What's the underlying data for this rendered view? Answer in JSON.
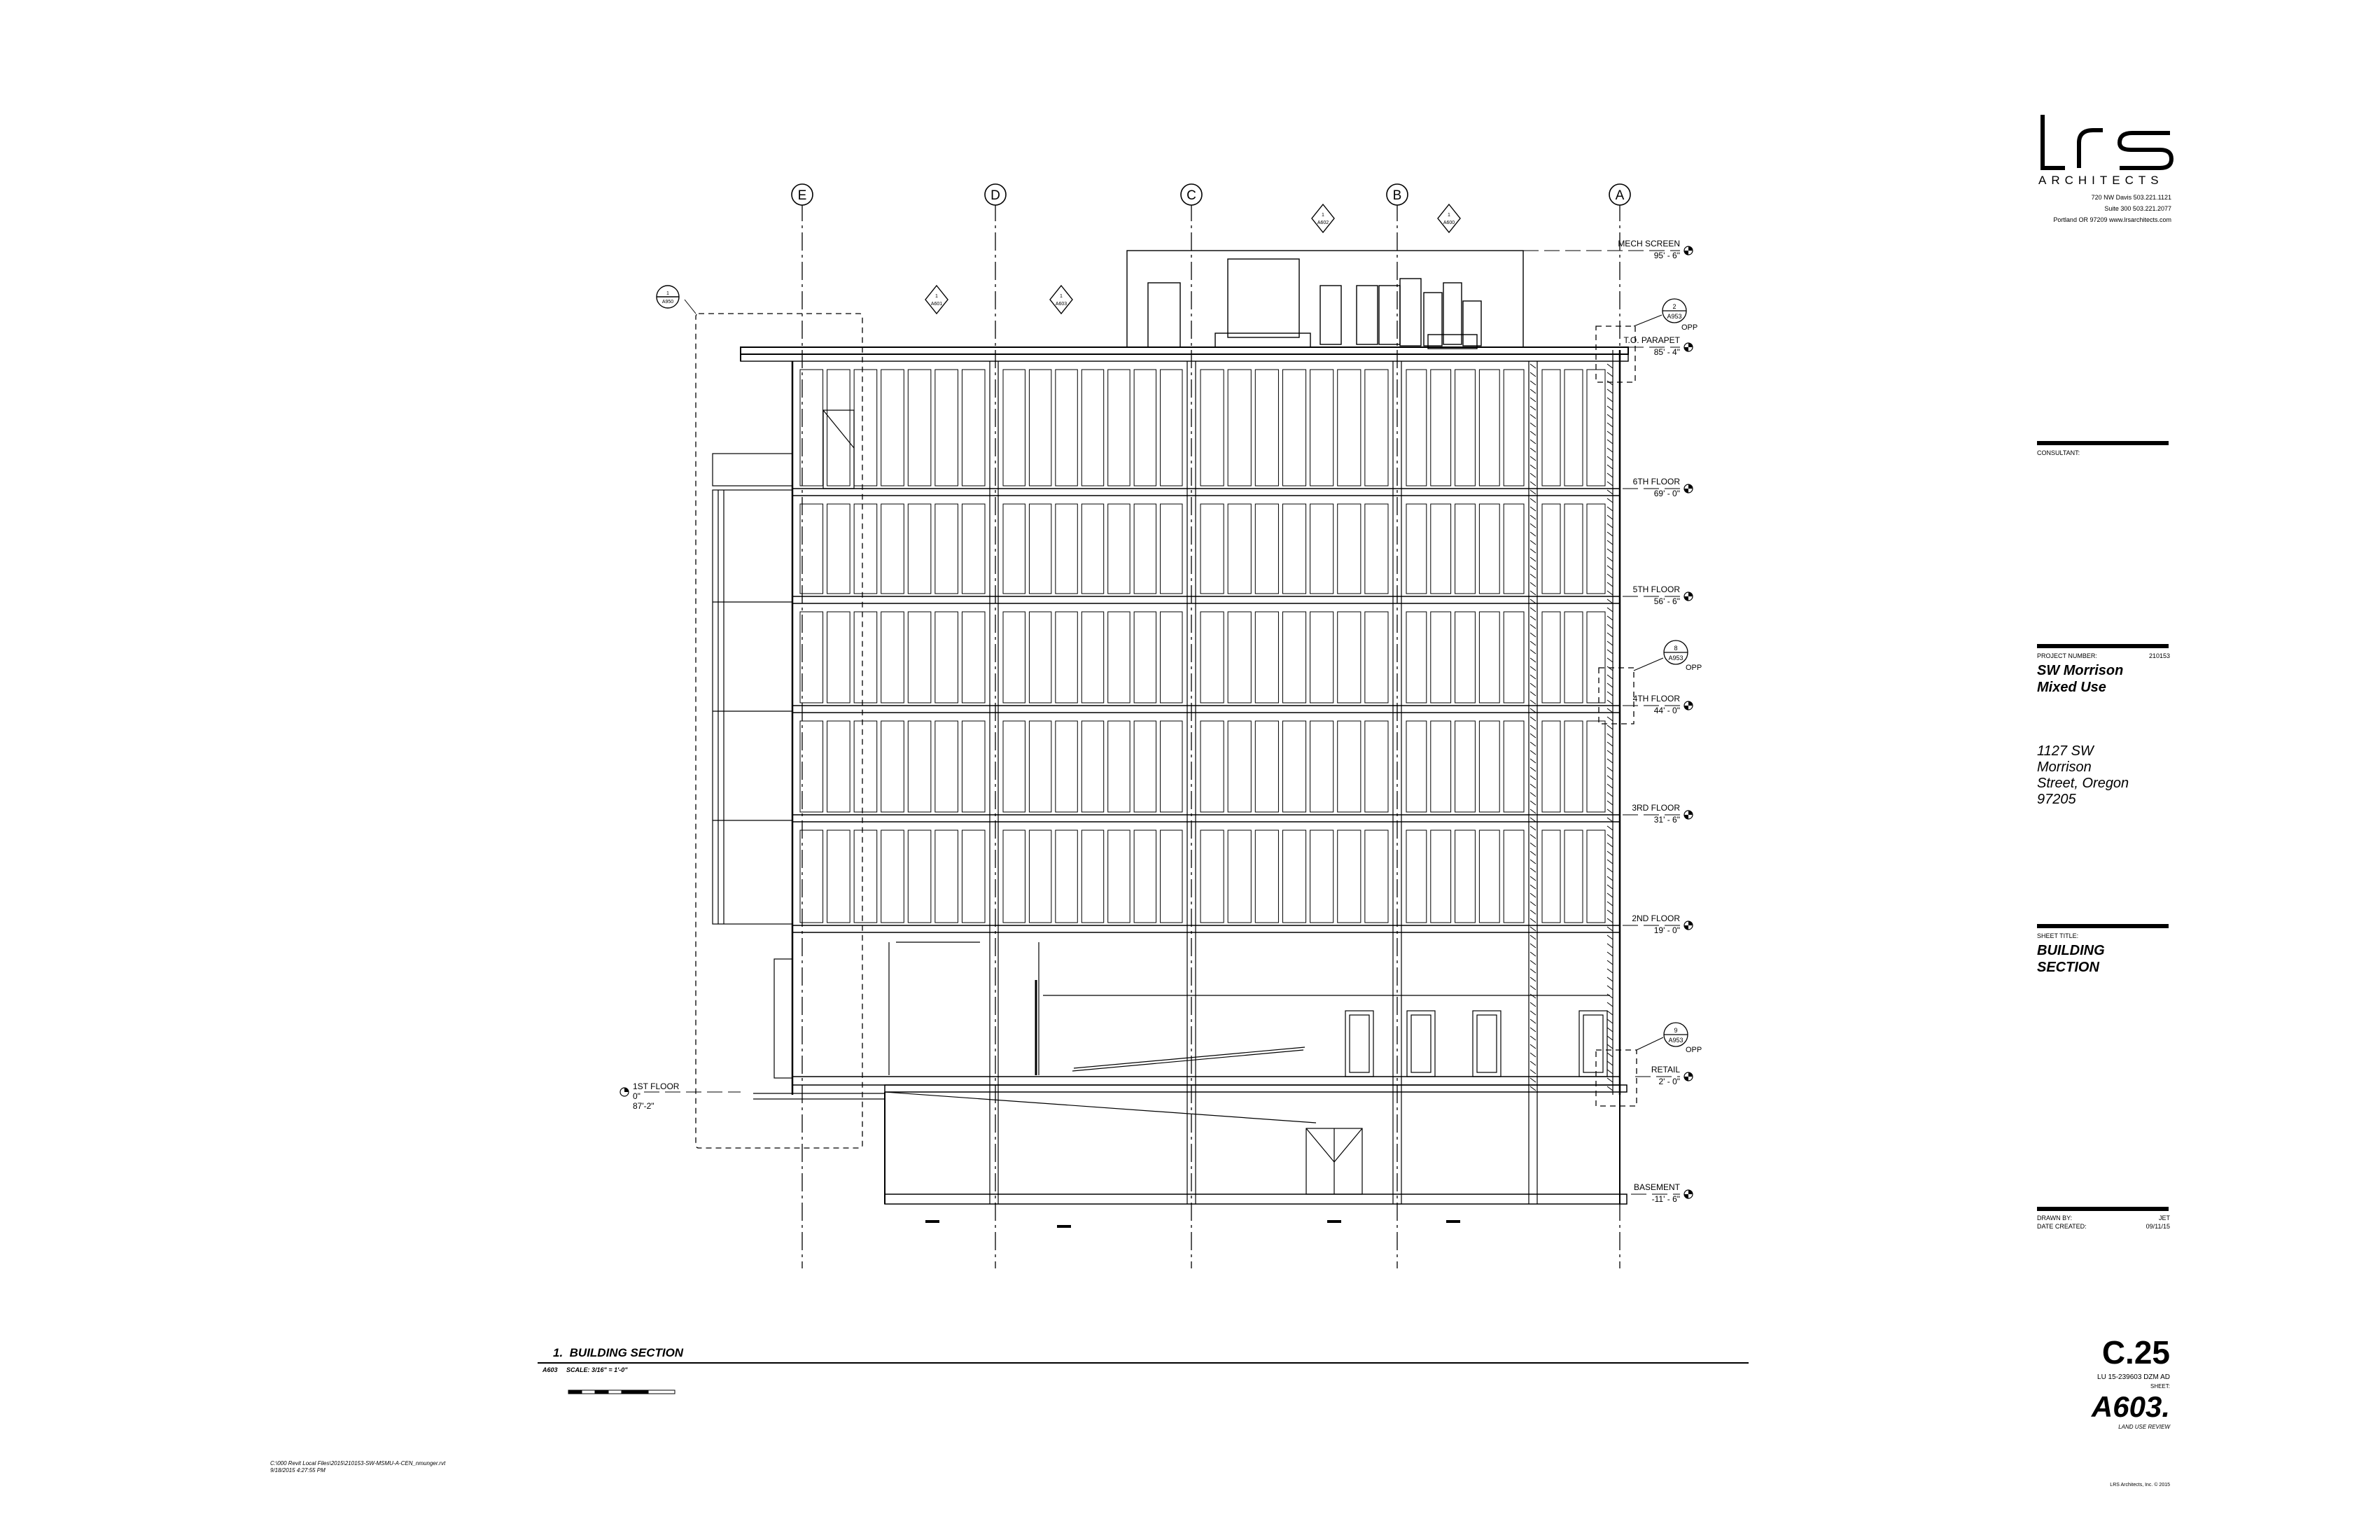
{
  "firm": {
    "name": "ARCHITECTS",
    "address_lines": [
      "720  NW  Davis    503.221.1121",
      "Suite  300    503.221.2077",
      "Portland  OR  97209    www.lrsarchitects.com"
    ]
  },
  "consultant_label": "CONSULTANT:",
  "project": {
    "number_label": "PROJECT NUMBER:",
    "number": "210153",
    "title_line1": "SW Morrison",
    "title_line2": "Mixed Use",
    "address_lines": [
      "1127 SW",
      "Morrison",
      "Street, Oregon",
      "97205"
    ]
  },
  "sheet_title_label": "SHEET TITLE:",
  "sheet_title_line1": "BUILDING",
  "sheet_title_line2": "SECTION",
  "drawn_by_label": "DRAWN BY:",
  "drawn_by": "JET",
  "date_created_label": "DATE CREATED:",
  "date_created": "09/11/15",
  "c_sheet": "C.25",
  "lu_number": "LU 15-239603 DZM AD",
  "sheet_label": "SHEET:",
  "sheet_number": "A603.",
  "review_note": "LAND USE REVIEW",
  "copyright": "LRS Architects, Inc. © 2015",
  "drawing": {
    "number": "1.",
    "title": "BUILDING SECTION",
    "sheet_ref": "A603",
    "scale": "SCALE:  3/16\" = 1'-0\""
  },
  "file_path_line1": "C:\\000 Revit Local Files\\2015\\210153-SW-MSMU-A-CEN_nmunger.rvt",
  "file_path_line2": "9/18/2015 4:27:55 PM",
  "gridlines": [
    "E",
    "D",
    "C",
    "B",
    "A"
  ],
  "levels": [
    {
      "name": "MECH SCREEN",
      "elev": "95' - 6\""
    },
    {
      "name": "T.O. PARAPET",
      "elev": "85' - 4\""
    },
    {
      "name": "6TH FLOOR",
      "elev": "69' - 0\""
    },
    {
      "name": "5TH FLOOR",
      "elev": "56' - 6\""
    },
    {
      "name": "4TH FLOOR",
      "elev": "44' - 0\""
    },
    {
      "name": "3RD FLOOR",
      "elev": "31' - 6\""
    },
    {
      "name": "2ND FLOOR",
      "elev": "19' - 0\""
    },
    {
      "name": "RETAIL",
      "elev": "2' - 0\""
    },
    {
      "name": "BASEMENT",
      "elev": "-11' - 6\""
    }
  ],
  "first_floor": {
    "name": "1ST FLOOR",
    "elev": "0\"",
    "datum": "87'-2\""
  },
  "detail_refs": [
    {
      "num": "2",
      "sheet": "A953",
      "note": "OPP"
    },
    {
      "num": "8",
      "sheet": "A953",
      "note": "OPP"
    },
    {
      "num": "9",
      "sheet": "A953",
      "note": "OPP"
    }
  ],
  "elevation_tags": [
    "1",
    "A602",
    "1",
    "A600",
    "1",
    "A601",
    "1",
    "A603",
    "1",
    "A950"
  ]
}
